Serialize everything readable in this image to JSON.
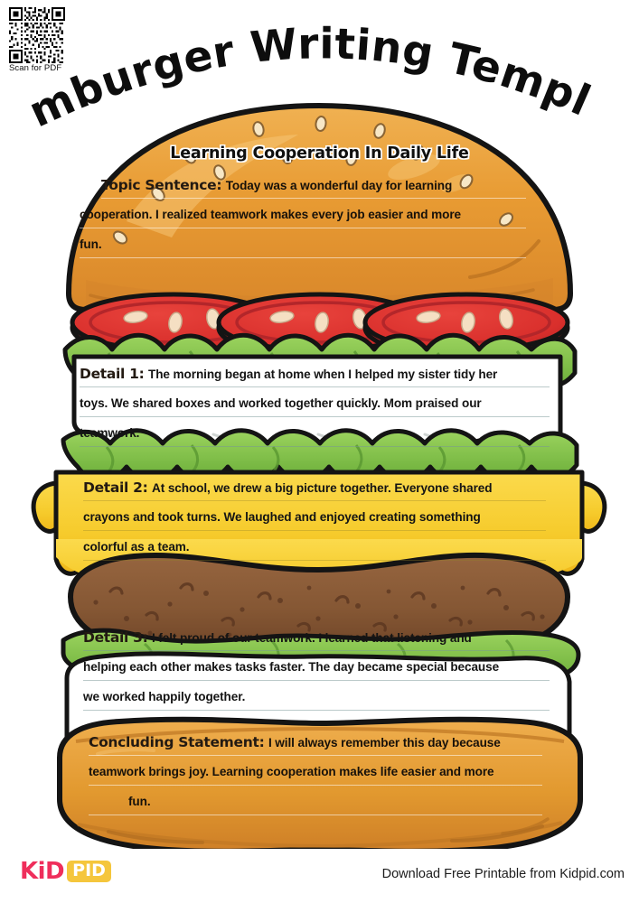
{
  "page": {
    "title": "Hamburger Writing Template",
    "qr": {
      "caption": "Scan for PDF",
      "icon": "qr-code-icon"
    }
  },
  "worksheet": {
    "banner_title": "Learning Cooperation In Daily Life",
    "sections": [
      {
        "id": "topic",
        "label": "Topic Sentence:",
        "layer": "top-bun",
        "lines": [
          "Today was a wonderful day for learning",
          "cooperation. I realized teamwork makes every job easier and more",
          "fun."
        ],
        "text": "Today was a wonderful day for learning cooperation. I realized teamwork makes every job easier and more fun."
      },
      {
        "id": "detail1",
        "label": "Detail 1:",
        "layer": "white-panel",
        "lines": [
          "The morning began at home when I helped my sister tidy her",
          "toys. We shared boxes and worked together quickly. Mom praised our",
          "teamwork."
        ],
        "text": "The morning began at home when I helped my sister tidy her toys. We shared boxes and worked together quickly. Mom praised our teamwork."
      },
      {
        "id": "detail2",
        "label": "Detail 2:",
        "layer": "cheese",
        "lines": [
          "At school, we drew a big picture together. Everyone shared",
          "crayons and took turns. We laughed and enjoyed creating something",
          "colorful as a team."
        ],
        "text": "At school, we drew a big picture together. Everyone shared crayons and took turns. We laughed and enjoyed creating something colorful as a team."
      },
      {
        "id": "detail3",
        "label": "Detail 3:",
        "layer": "white-panel",
        "lines": [
          "I felt proud of our teamwork. I learned that listening and",
          "helping each other makes tasks faster. The day became special because",
          "we worked happily together."
        ],
        "text": "I felt proud of our teamwork. I learned that listening and helping each other makes tasks faster. The day became special because we worked happily together."
      },
      {
        "id": "conclusion",
        "label": "Concluding Statement:",
        "layer": "bottom-bun",
        "lines": [
          "I will always remember this day because",
          "teamwork brings joy. Learning cooperation makes life easier and more",
          "fun."
        ],
        "text": "I will always remember this day because teamwork brings joy. Learning cooperation makes life easier and more fun."
      }
    ]
  },
  "burger": {
    "layers": [
      "top-bun-with-sesame",
      "tomato-slices",
      "lettuce",
      "white-panel",
      "lettuce",
      "cheese",
      "patty",
      "lettuce",
      "white-panel",
      "bottom-bun"
    ],
    "colors": {
      "bun": "#E8972F",
      "bun_light": "#F0B455",
      "bun_shadow": "#D2832A",
      "sesame": "#F6E3BE",
      "tomato": "#E0312F",
      "tomato_dark": "#B72526",
      "tomato_seed": "#F3DCC0",
      "lettuce": "#84C44B",
      "lettuce_dark": "#5E9B35",
      "cheese": "#F7D13B",
      "cheese_dark": "#EFBA1F",
      "patty": "#8A5A3B",
      "patty_dark": "#6B4228",
      "outline": "#141414",
      "panel": "#FFFFFF"
    }
  },
  "footer": {
    "logo_kid": "KiD",
    "logo_pid": "PID",
    "note": "Download Free Printable from Kidpid.com"
  }
}
